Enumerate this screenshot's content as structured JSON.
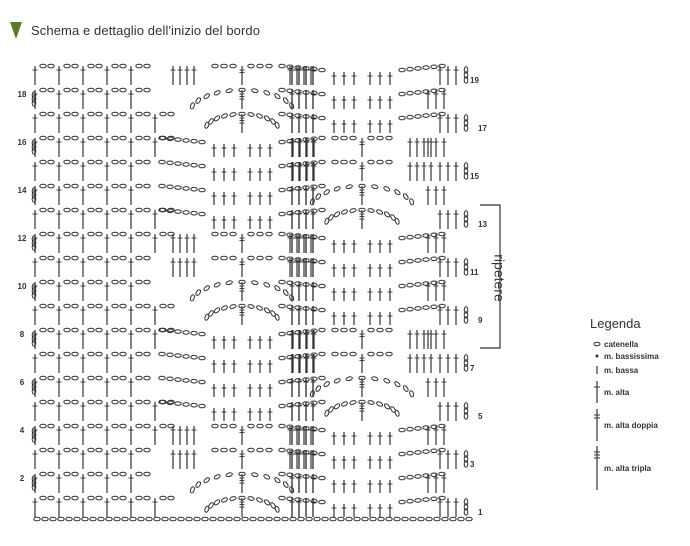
{
  "title": "Schema e dettaglio dell'inizio del bordo",
  "accent_color": "#5b7a22",
  "repeat_label": "ripetere",
  "row_numbers_left": [
    "18",
    "16",
    "14",
    "12",
    "10",
    "8",
    "6",
    "4",
    "2"
  ],
  "row_numbers_right": [
    "19",
    "17",
    "15",
    "13",
    "11",
    "9",
    "7",
    "5",
    "3",
    "1"
  ],
  "legend": {
    "title": "Legenda",
    "items": [
      {
        "symbol": "chain-oval",
        "label": "catenella"
      },
      {
        "symbol": "dot",
        "label": "m. bassissima"
      },
      {
        "symbol": "line",
        "label": "m. bassa"
      },
      {
        "symbol": "post-1bar",
        "label": "m. alta"
      },
      {
        "symbol": "post-2bar",
        "label": "m. alta doppia"
      },
      {
        "symbol": "post-3bar",
        "label": "m. alta tripla"
      }
    ]
  }
}
